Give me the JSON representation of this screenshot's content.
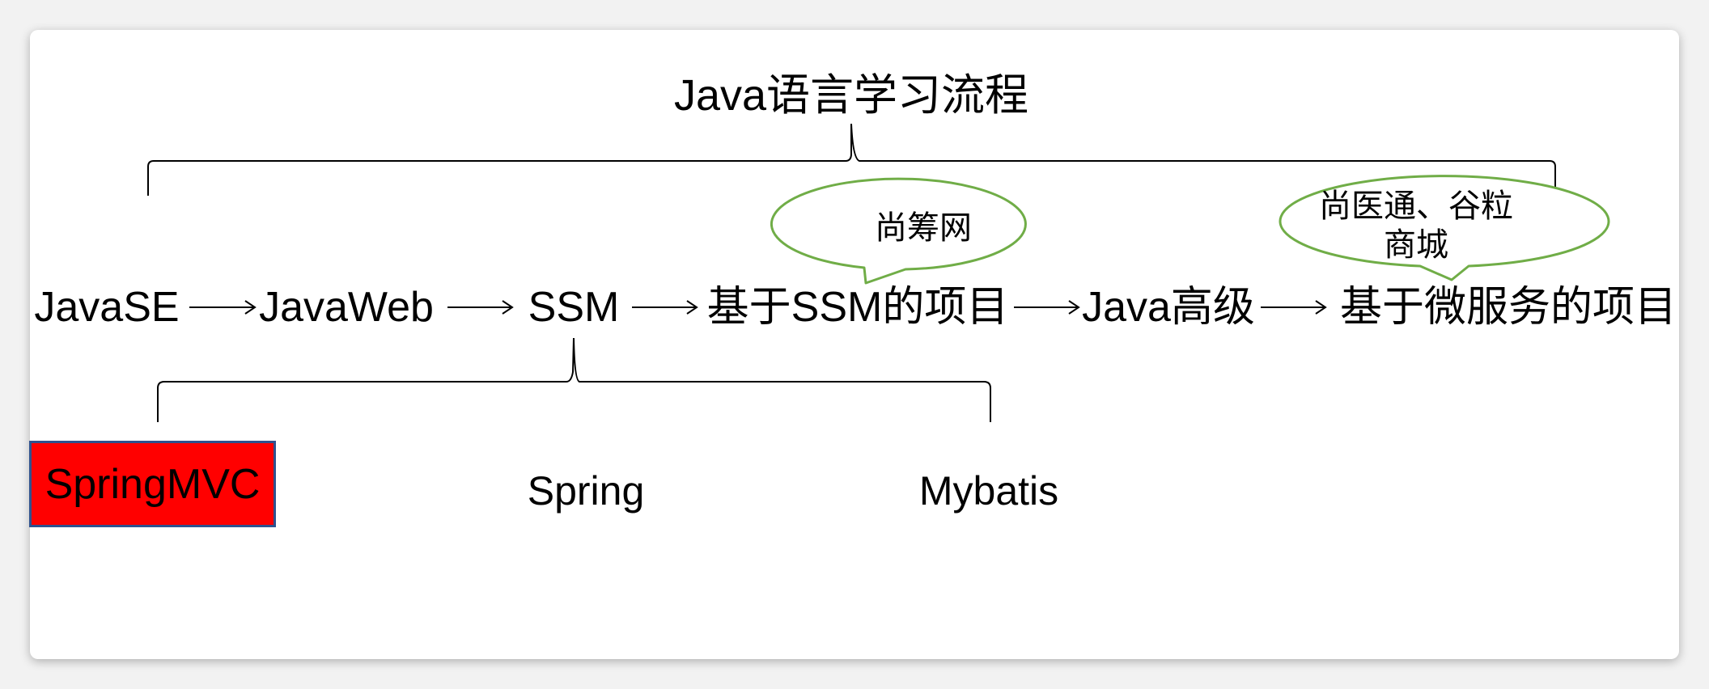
{
  "title": "Java语言学习流程",
  "stages": [
    "JavaSE",
    "JavaWeb",
    "SSM",
    "基于SSM的项目",
    "Java高级",
    "基于微服务的项目"
  ],
  "ssm_components": [
    "SpringMVC",
    "Spring",
    "Mybatis"
  ],
  "callouts": {
    "ssm_project": "尚筹网",
    "microservice_line1": "尚医通、谷粒",
    "microservice_line2": "商城"
  },
  "colors": {
    "highlight_fill": "#ff0000",
    "highlight_border": "#2f528f",
    "callout_border": "#70ad47",
    "line": "#000000"
  }
}
